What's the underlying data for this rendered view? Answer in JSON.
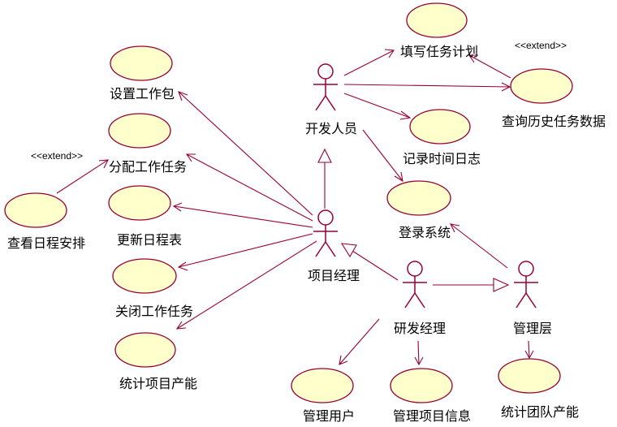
{
  "actors": {
    "developer": "开发人员",
    "project_manager": "项目经理",
    "rd_manager": "研发经理",
    "management": "管理层"
  },
  "use_cases": {
    "fill_task_plan": "填写任务计划",
    "query_history": "查询历史任务数据",
    "record_time_log": "记录时间日志",
    "login": "登录系统",
    "set_work_package": "设置工作包",
    "assign_task": "分配工作任务",
    "update_schedule": "更新日程表",
    "close_task": "关闭工作任务",
    "project_capacity": "统计项目产能",
    "view_schedule": "查看日程安排",
    "manage_users": "管理用户",
    "manage_project_info": "管理项目信息",
    "team_capacity": "统计团队产能"
  },
  "stereotypes": {
    "extend_top": "<<extend>>",
    "extend_left": "<<extend>>"
  }
}
